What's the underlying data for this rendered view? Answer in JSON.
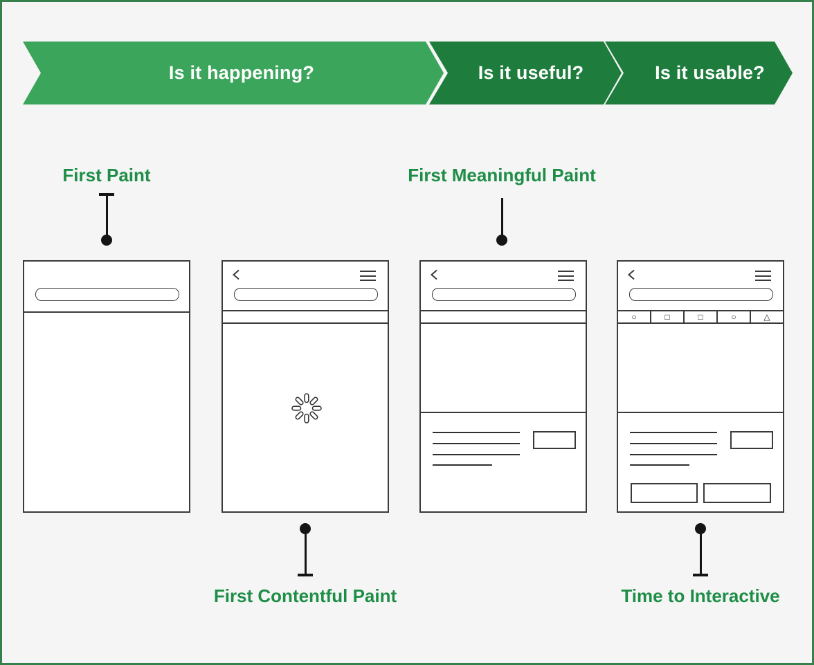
{
  "colors": {
    "background": "#F5F5F5",
    "frame_border": "#35804B",
    "chevron_light": "#3BA55B",
    "chevron_dark": "#1E7D3D",
    "label_green": "#1E8E47",
    "ink": "#151515",
    "wire": "#3A3A3A"
  },
  "banner": {
    "steps": [
      {
        "label": "Is it happening?"
      },
      {
        "label": "Is it useful?"
      },
      {
        "label": "Is it usable?"
      }
    ]
  },
  "labels": {
    "first_paint": "First Paint",
    "first_meaningful_paint": "First Meaningful Paint",
    "first_contentful_paint": "First Contentful Paint",
    "time_to_interactive": "Time to Interactive"
  },
  "tti_tabs": [
    {
      "name": "circle-icon",
      "glyph": "○"
    },
    {
      "name": "square-icon",
      "glyph": "□"
    },
    {
      "name": "square-icon",
      "glyph": "□"
    },
    {
      "name": "circle-icon",
      "glyph": "○"
    },
    {
      "name": "triangle-icon",
      "glyph": "△"
    }
  ]
}
